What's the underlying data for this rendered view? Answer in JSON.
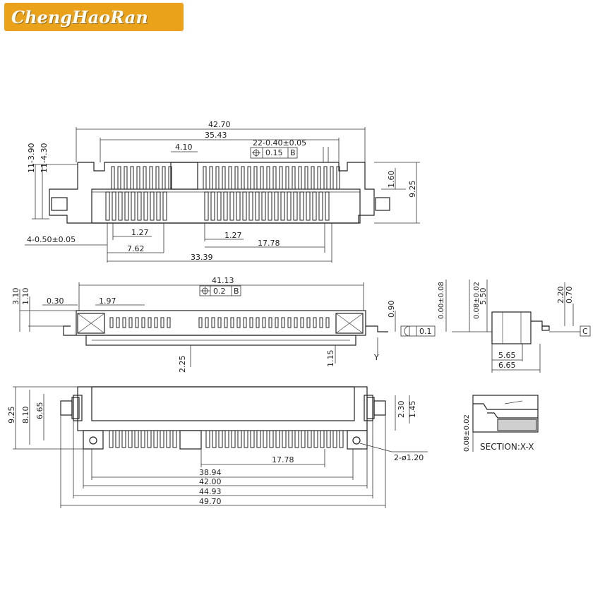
{
  "brand": {
    "name": "ChengHaoRan",
    "color": "#e9a21a"
  },
  "top_view": {
    "overall_width": "42.70",
    "body_width": "35.43",
    "center_gap": "4.10",
    "pin_spec": "22-0.40±0.05",
    "tol_value": "0.15",
    "tol_datum": "B",
    "left_h1": "11-3.90",
    "left_h2": "11-4.30",
    "right_h1": "1.60",
    "right_h2": "9.25",
    "pin_small": "4-0.50±0.05",
    "pitch_left": "1.27",
    "pitch_right": "1.27",
    "span_left": "7.62",
    "span_right": "17.78",
    "span_total": "33.39"
  },
  "front_view": {
    "width": "41.13",
    "tol_value": "0.2",
    "tol_datum": "B",
    "h_a": "3.10",
    "h_b": "1.10",
    "w_a": "0.30",
    "w_b": "1.97",
    "right_h": "0.90",
    "flat_tol": "0.1",
    "datum_y": "Y",
    "bottom_a": "2.25",
    "bottom_b": "1.15"
  },
  "side_view": {
    "tol_a": "0.00±0.08",
    "tol_b": "0.08±0.02",
    "h_550": "5.50",
    "h_220": "2.20",
    "h_070": "0.70",
    "datum_c": "C",
    "w_565": "5.65",
    "w_665": "6.65"
  },
  "bottom_view": {
    "h_925": "9.25",
    "h_810": "8.10",
    "h_665": "6.65",
    "h_230": "2.30",
    "h_145": "1.45",
    "hole": "2-ø1.20",
    "span_1778": "17.78",
    "w_3894": "38.94",
    "w_4200": "42.00",
    "w_4493": "44.93",
    "w_4970": "49.70"
  },
  "section": {
    "label": "SECTION:X-X",
    "tol": "0.08±0.02"
  }
}
